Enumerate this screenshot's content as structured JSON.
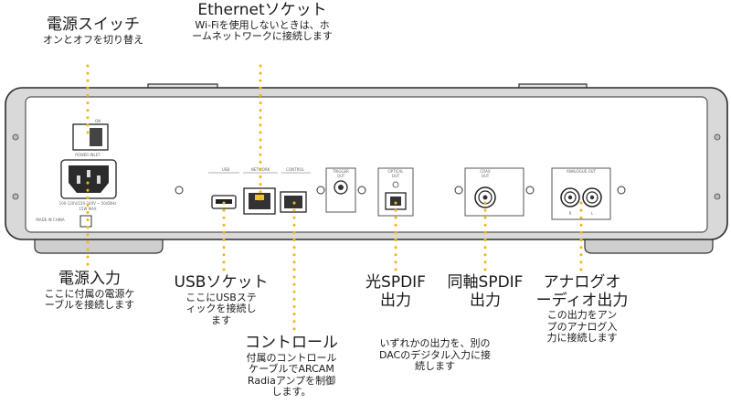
{
  "device": {
    "switch_label": "ON",
    "power_inlet_label": "POWER INLET",
    "power_rating": "100-120V/220-240V ~ 50/60Hz",
    "power_watt": "15W MAX",
    "made_in": "MADE IN CHINA",
    "usb_label": "USB",
    "network_label": "NETWORK",
    "control_label": "CONTROL",
    "trigger_label_1": "TRIGGER",
    "trigger_label_2": "OUT",
    "optical_label_1": "OPTICAL",
    "optical_label_2": "OUT",
    "coax_label_1": "COAX",
    "coax_label_2": "OUT",
    "analogue_label": "ANALOGUE OUT",
    "ch_r": "R",
    "ch_l": "L"
  },
  "callouts": {
    "power_switch": {
      "title": "電源スイッチ",
      "desc": [
        "オンとオフを切り替え"
      ]
    },
    "ethernet": {
      "title": "Ethernetソケット",
      "desc": [
        "Wi-Fiを使用しないときは、ホ",
        "ームネットワークに接続します"
      ]
    },
    "power_input": {
      "title": "電源入力",
      "desc": [
        "ここに付属の電源ケ",
        "ーブルを接続します"
      ]
    },
    "usb": {
      "title": "USBソケット",
      "desc": [
        "ここにUSBステ",
        "ィックを接続し",
        "ます"
      ]
    },
    "control": {
      "title": "コントロール",
      "desc": [
        "付属のコントロール",
        "ケーブルでARCAM",
        "Radiaアンプを制御",
        "します。"
      ]
    },
    "optical": {
      "title": [
        "光SPDIF",
        "出力"
      ]
    },
    "coax": {
      "title": [
        "同軸SPDIF",
        "出力"
      ]
    },
    "analogue": {
      "title": [
        "アナログオ",
        "ーディオ出力"
      ],
      "desc": [
        "この出力をアン",
        "プのアナログ入",
        "力に接続します"
      ]
    },
    "spdif_note": {
      "desc": [
        "いずれかの出力を、別の",
        "DACのデジタル入力に接",
        "続します"
      ]
    }
  }
}
